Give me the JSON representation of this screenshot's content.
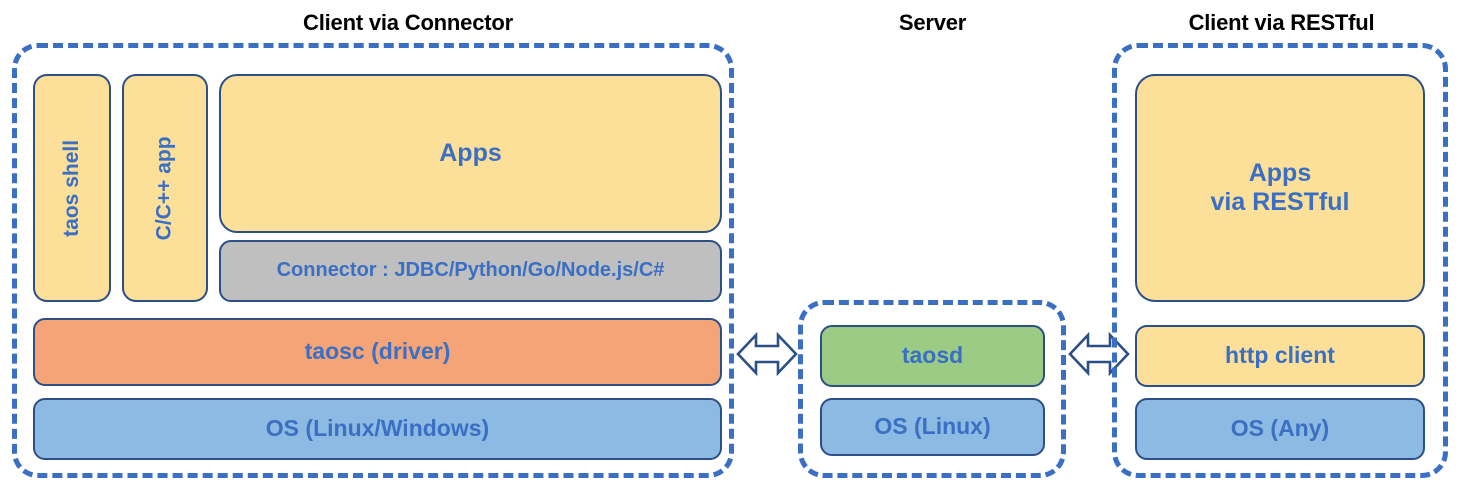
{
  "diagram": {
    "title_color": "#000000",
    "accent_dashed": "#3A6FC4",
    "text_blue": "#3A6FC4",
    "stroke_navy": "#2C4F87",
    "colors": {
      "yellow": "#FCE09A",
      "gray": "#BFBFBF",
      "orange": "#F4A476",
      "blue": "#8DBAE2",
      "green": "#9BCB84",
      "white": "#FFFFFF"
    }
  },
  "sections": {
    "client_connector": {
      "title": "Client via Connector",
      "boxes": {
        "taos_shell": "taos shell",
        "c_cpp_app": "C/C++ app",
        "apps": "Apps",
        "connector": "Connector : JDBC/Python/Go/Node.js/C#",
        "taosc": "taosc (driver)",
        "os": "OS (Linux/Windows)"
      }
    },
    "server": {
      "title": "Server",
      "boxes": {
        "taosd": "taosd",
        "os": "OS (Linux)"
      }
    },
    "client_restful": {
      "title": "Client via RESTful",
      "boxes": {
        "apps": "Apps\nvia RESTful",
        "http_client": "http client",
        "os": "OS (Any)"
      }
    }
  },
  "connectors": {
    "left_arrow": "double-headed-arrow",
    "right_arrow": "double-headed-arrow"
  }
}
